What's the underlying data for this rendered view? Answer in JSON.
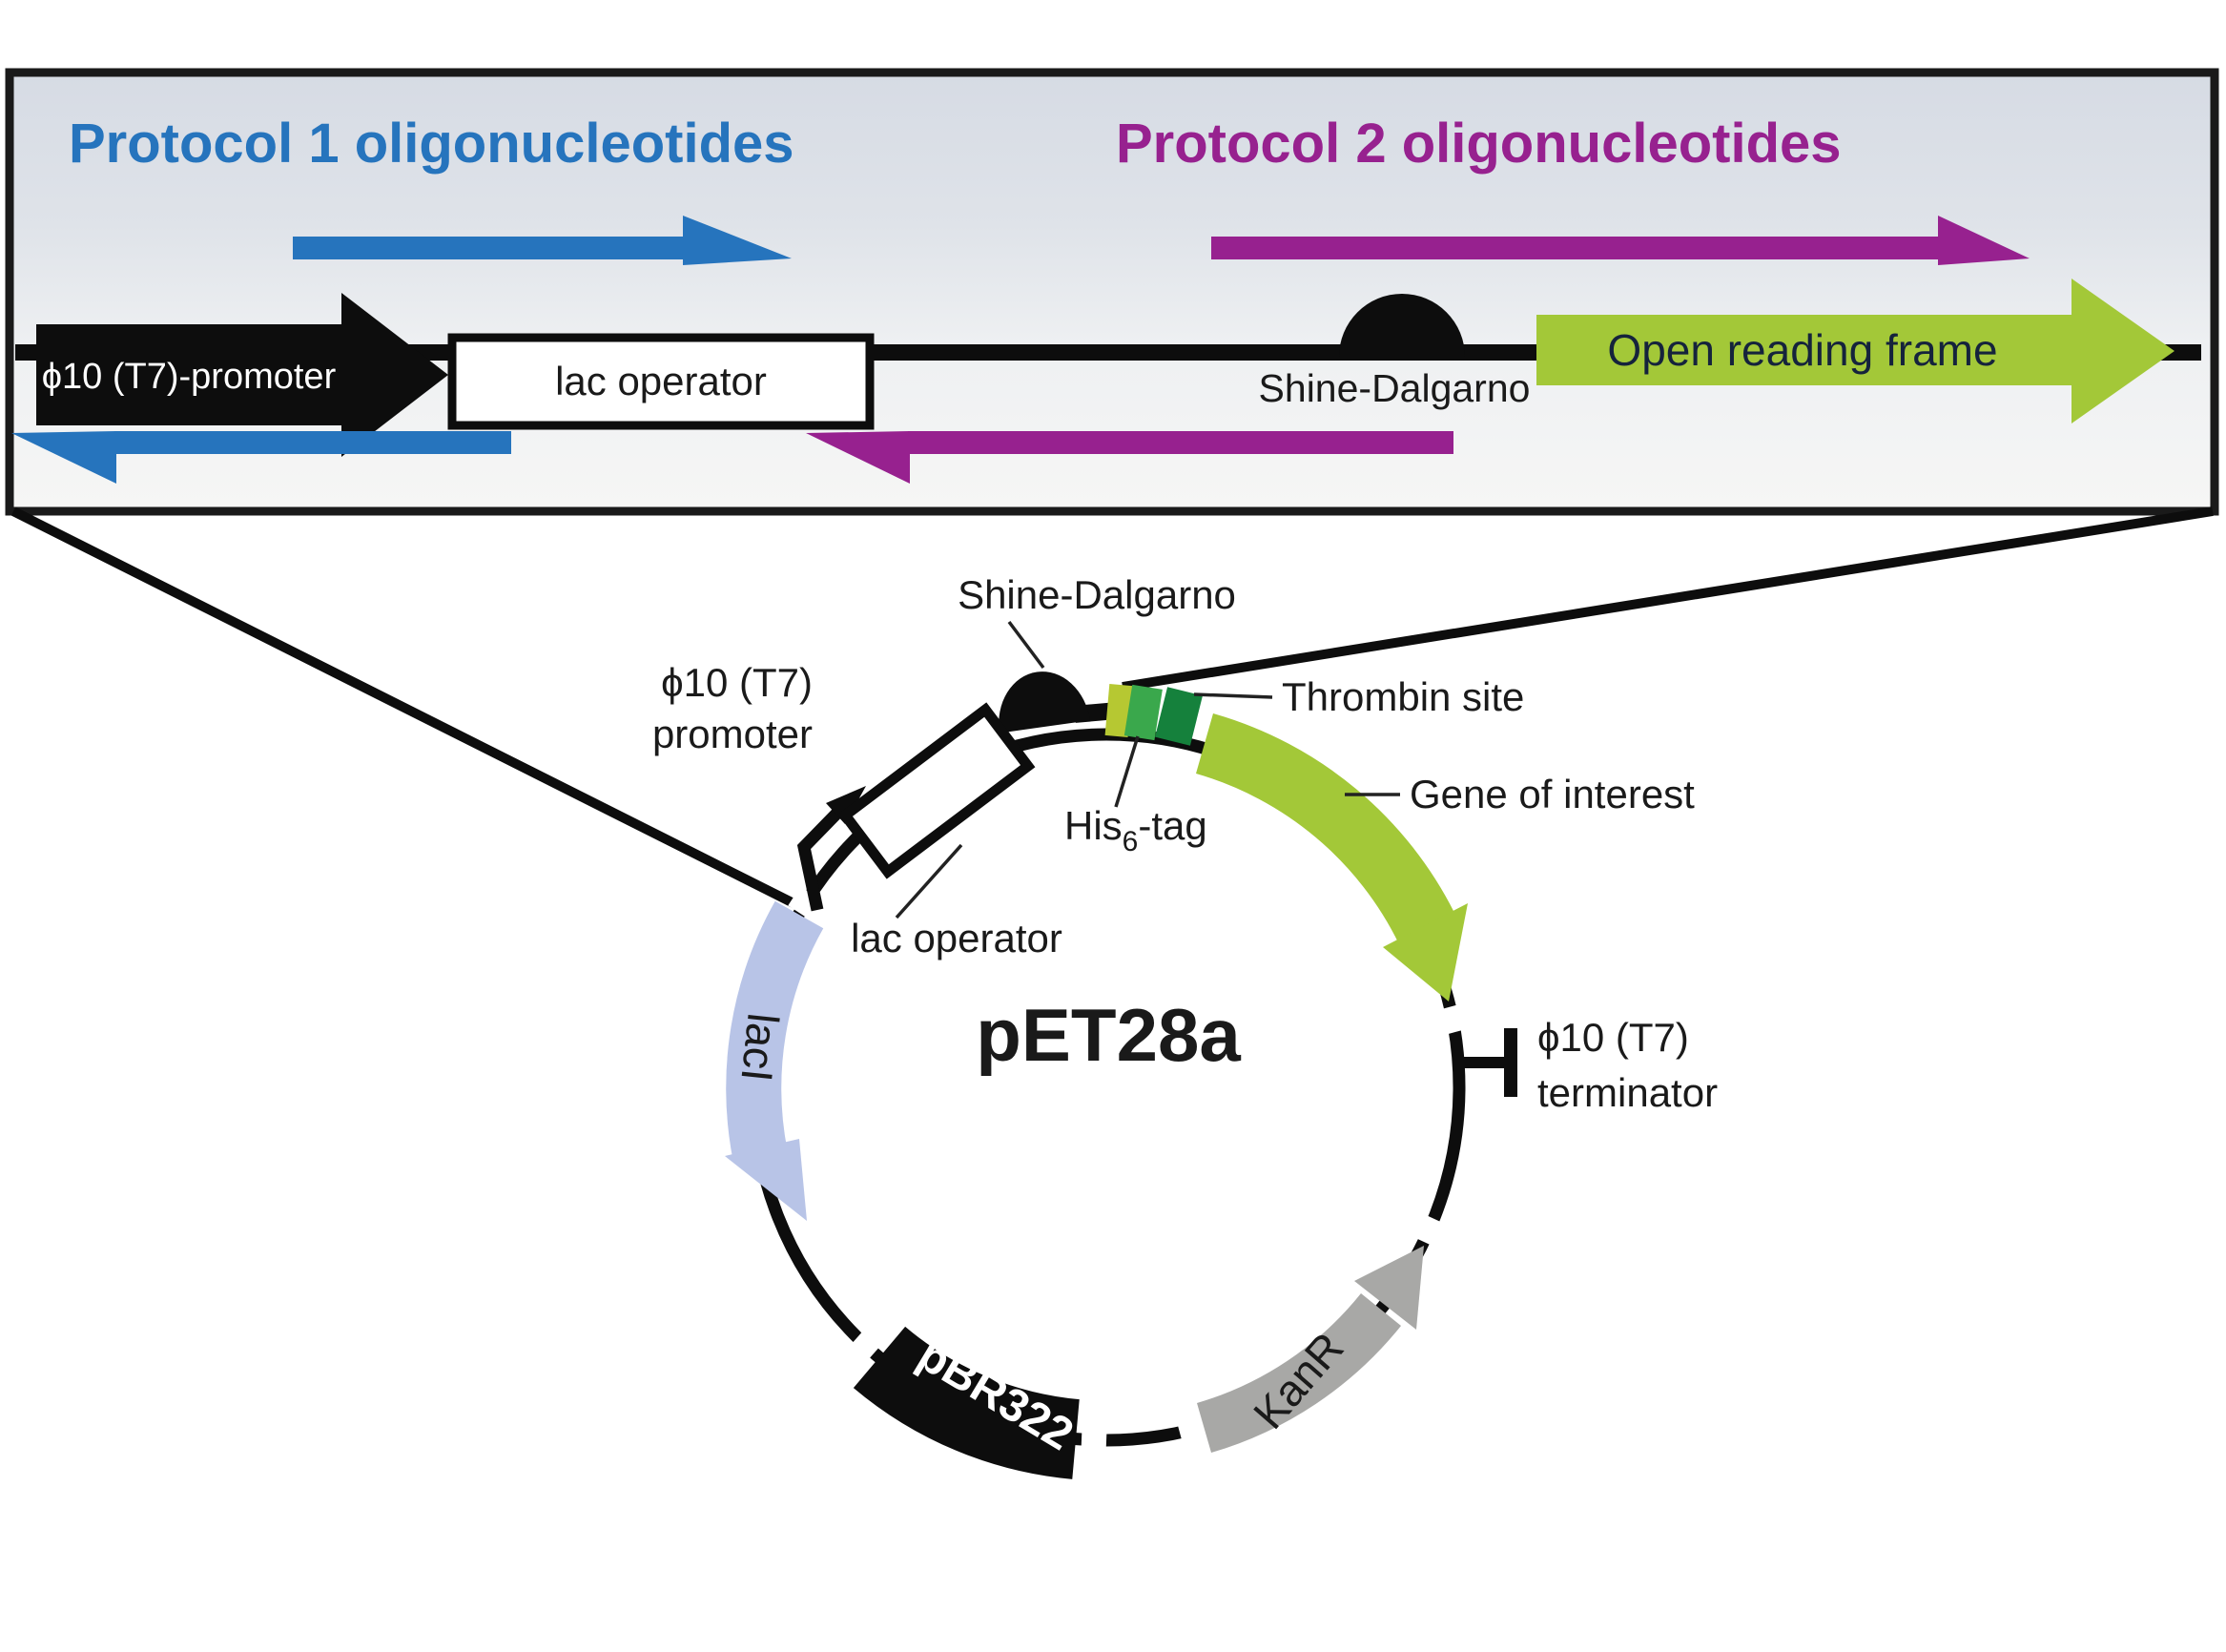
{
  "colors": {
    "blue": "#2674bd",
    "purple": "#97218f",
    "green": "#a3c838",
    "lime": "#b6c832",
    "mid_green": "#3aa84c",
    "dark_green": "#15813c",
    "lavender": "#b8c4e7",
    "gray": "#a8a8a6",
    "black": "#0d0d0d",
    "orf_text": "#15233c",
    "label_dark": "#1a1a1a",
    "white": "#ffffff"
  },
  "top_panel": {
    "protocol1_heading": "Protocol 1 oligonucleotides",
    "protocol2_heading": "Protocol 2 oligonucleotides",
    "promoter_label": "ϕ10 (T7)-promoter",
    "lac_operator_label": "lac operator",
    "shine_dalgarno_label": "Shine-Dalgarno",
    "orf_label": "Open reading frame"
  },
  "plasmid": {
    "name": "pET28a",
    "shine_dalgarno_label": "Shine-Dalgarno",
    "thrombin_label": "Thrombin site",
    "gene_label": "Gene of interest",
    "his_tag": {
      "pre": "His",
      "sub": "6",
      "post": "-tag"
    },
    "promoter_label_line1": "ϕ10 (T7)",
    "promoter_label_line2": "promoter",
    "lac_operator_label": "lac operator",
    "terminator_label_line1": "ϕ10 (T7)",
    "terminator_label_line2": "terminator",
    "laci_label": "lacI",
    "pbr322_label": "pBR322",
    "kanr_label": "KanR"
  }
}
